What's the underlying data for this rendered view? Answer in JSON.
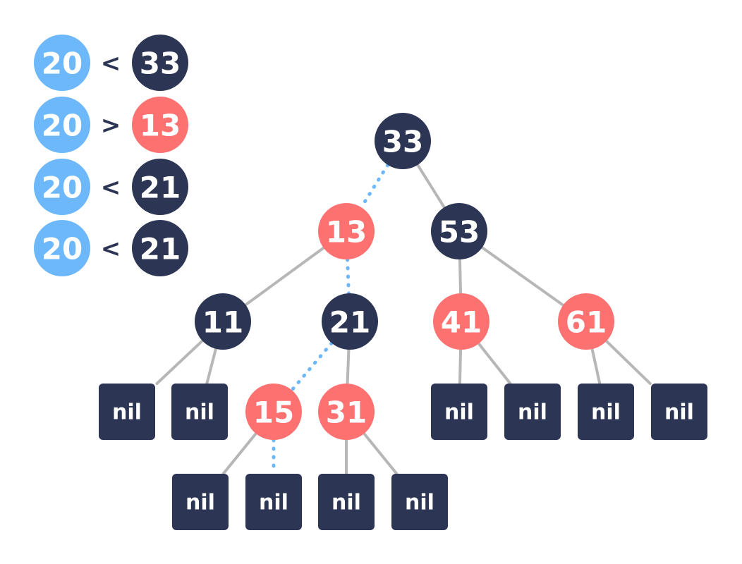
{
  "colors": {
    "black_node": "#2c3654",
    "red_node": "#fe7171",
    "search_key": "#6cb8fb",
    "edge": "#b7b7b7",
    "search_path": "#6cb8fb",
    "operator": "#2c3654",
    "text": "#ffffff"
  },
  "comparisons": [
    {
      "key": "20",
      "op": "<",
      "node": "33",
      "node_color": "black"
    },
    {
      "key": "20",
      "op": ">",
      "node": "13",
      "node_color": "red"
    },
    {
      "key": "20",
      "op": "<",
      "node": "21",
      "node_color": "black"
    },
    {
      "key": "20",
      "op": "<",
      "node": "21",
      "node_color": "black"
    }
  ],
  "tree": {
    "nodes": [
      {
        "id": "n33",
        "label": "33",
        "color": "black"
      },
      {
        "id": "n13",
        "label": "13",
        "color": "red"
      },
      {
        "id": "n53",
        "label": "53",
        "color": "black"
      },
      {
        "id": "n11",
        "label": "11",
        "color": "black"
      },
      {
        "id": "n21",
        "label": "21",
        "color": "black"
      },
      {
        "id": "n41",
        "label": "41",
        "color": "red"
      },
      {
        "id": "n61",
        "label": "61",
        "color": "red"
      },
      {
        "id": "n15",
        "label": "15",
        "color": "red"
      },
      {
        "id": "n31",
        "label": "31",
        "color": "red"
      },
      {
        "id": "nil_11_left",
        "label": "nil",
        "color": "nil"
      },
      {
        "id": "nil_11_right",
        "label": "nil",
        "color": "nil"
      },
      {
        "id": "nil_41_left",
        "label": "nil",
        "color": "nil"
      },
      {
        "id": "nil_41_right",
        "label": "nil",
        "color": "nil"
      },
      {
        "id": "nil_61_left",
        "label": "nil",
        "color": "nil"
      },
      {
        "id": "nil_61_right",
        "label": "nil",
        "color": "nil"
      },
      {
        "id": "nil_15_left",
        "label": "nil",
        "color": "nil"
      },
      {
        "id": "nil_15_right",
        "label": "nil",
        "color": "nil"
      },
      {
        "id": "nil_31_left",
        "label": "nil",
        "color": "nil"
      },
      {
        "id": "nil_31_right",
        "label": "nil",
        "color": "nil"
      }
    ],
    "edges": [
      {
        "from": "n33",
        "to": "n13",
        "search_path": true
      },
      {
        "from": "n33",
        "to": "n53",
        "search_path": false
      },
      {
        "from": "n13",
        "to": "n11",
        "search_path": false
      },
      {
        "from": "n13",
        "to": "n21",
        "search_path": true
      },
      {
        "from": "n53",
        "to": "n41",
        "search_path": false
      },
      {
        "from": "n53",
        "to": "n61",
        "search_path": false
      },
      {
        "from": "n11",
        "to": "nil_11_left",
        "search_path": false
      },
      {
        "from": "n11",
        "to": "nil_11_right",
        "search_path": false
      },
      {
        "from": "n21",
        "to": "n15",
        "search_path": true
      },
      {
        "from": "n21",
        "to": "n31",
        "search_path": false
      },
      {
        "from": "n41",
        "to": "nil_41_left",
        "search_path": false
      },
      {
        "from": "n41",
        "to": "nil_41_right",
        "search_path": false
      },
      {
        "from": "n61",
        "to": "nil_61_left",
        "search_path": false
      },
      {
        "from": "n61",
        "to": "nil_61_right",
        "search_path": false
      },
      {
        "from": "n15",
        "to": "nil_15_left",
        "search_path": false
      },
      {
        "from": "n15",
        "to": "nil_15_right",
        "search_path": true
      },
      {
        "from": "n31",
        "to": "nil_31_left",
        "search_path": false
      },
      {
        "from": "n31",
        "to": "nil_31_right",
        "search_path": false
      }
    ]
  }
}
